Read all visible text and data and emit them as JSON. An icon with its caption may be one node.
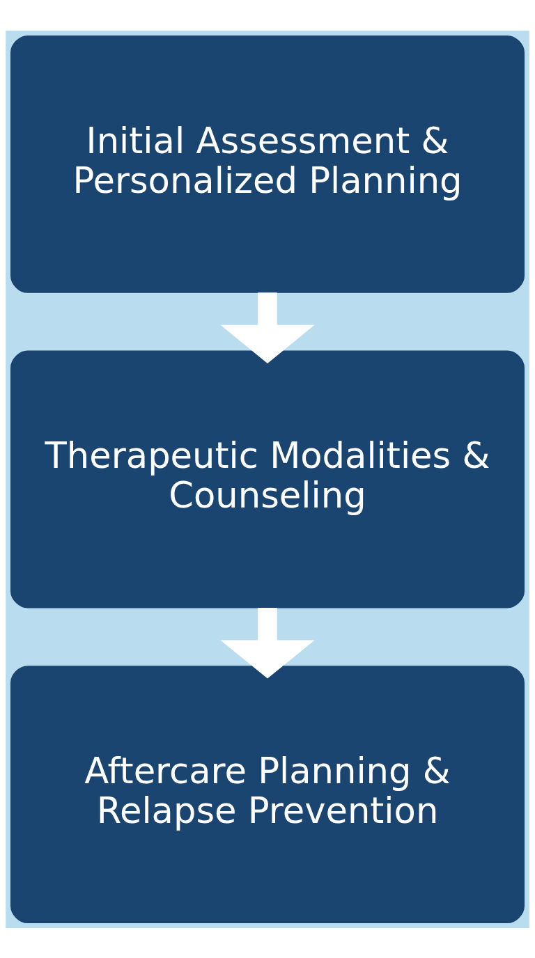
{
  "diagram": {
    "nodes": [
      {
        "text": [
          "Initial Assessment & Personalized Planning"
        ]
      },
      {
        "text": [
          "Therapeutic Modalities & Counseling"
        ]
      },
      {
        "text": [
          "Aftercare Planning & Relapse Prevention"
        ]
      }
    ],
    "edges": [
      {
        "from": 0,
        "to": 1,
        "arrow": "to"
      },
      {
        "from": 1,
        "to": 2,
        "arrow": "to"
      }
    ]
  }
}
